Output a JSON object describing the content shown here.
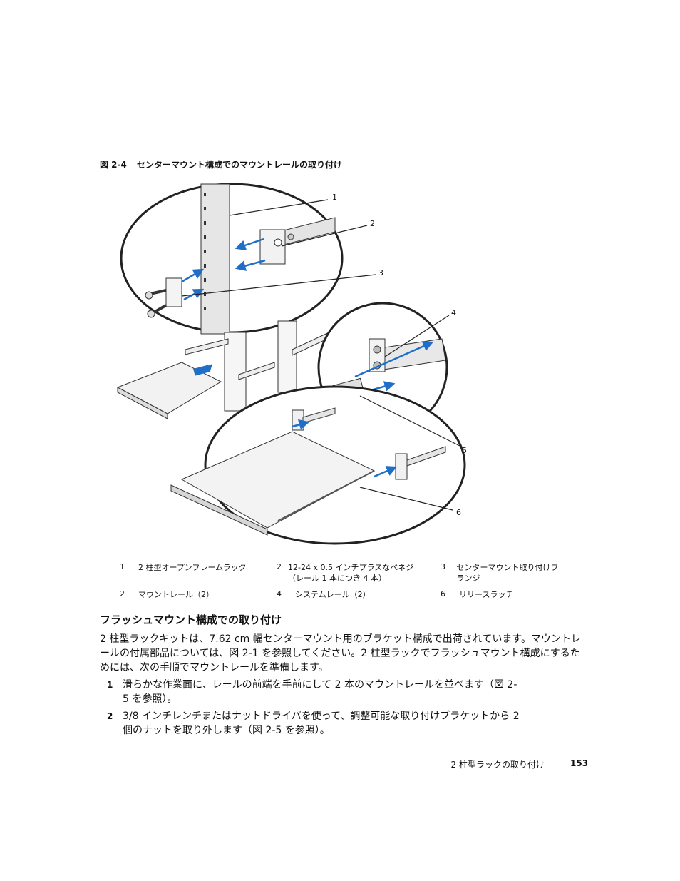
{
  "figure": {
    "number": "図 2-4",
    "title": "センターマウント構成でのマウントレールの取り付け",
    "callouts": [
      "1",
      "2",
      "3",
      "4",
      "5",
      "6"
    ]
  },
  "legend": [
    {
      "num": "1",
      "text": "2 柱型オープンフレームラック"
    },
    {
      "num": "2",
      "text": "12-24 x 0.5 インチプラスなべネジ（レール 1 本につき 4 本）"
    },
    {
      "num": "3",
      "text": "センターマウント取り付けフランジ"
    },
    {
      "num": "2",
      "text": "マウントレール（2）"
    },
    {
      "num": "4",
      "text": "システムレール（2）"
    },
    {
      "num": "6",
      "text": "リリースラッチ"
    }
  ],
  "section": {
    "heading": "フラッシュマウント構成での取り付け",
    "paragraph": "2 柱型ラックキットは、7.62 cm 幅センターマウント用のブラケット構成で出荷されています。マウントレールの付属部品については、図 2-1 を参照してください。2 柱型ラックでフラッシュマウント構成にするためには、次の手順でマウントレールを準備します。",
    "steps": [
      {
        "num": "1",
        "text": "滑らかな作業面に、レールの前端を手前にして 2 本のマウントレールを並べます（図 2-5 を参照）。"
      },
      {
        "num": "2",
        "text": "3/8 インチレンチまたはナットドライバを使って、調整可能な取り付けブラケットから 2 個のナットを取り外します（図 2-5 を参照）。"
      }
    ]
  },
  "footer": {
    "section_title": "2 柱型ラックの取り付け",
    "page_number": "153"
  },
  "colors": {
    "arrow": "#1f6fc9",
    "line": "#222222"
  }
}
